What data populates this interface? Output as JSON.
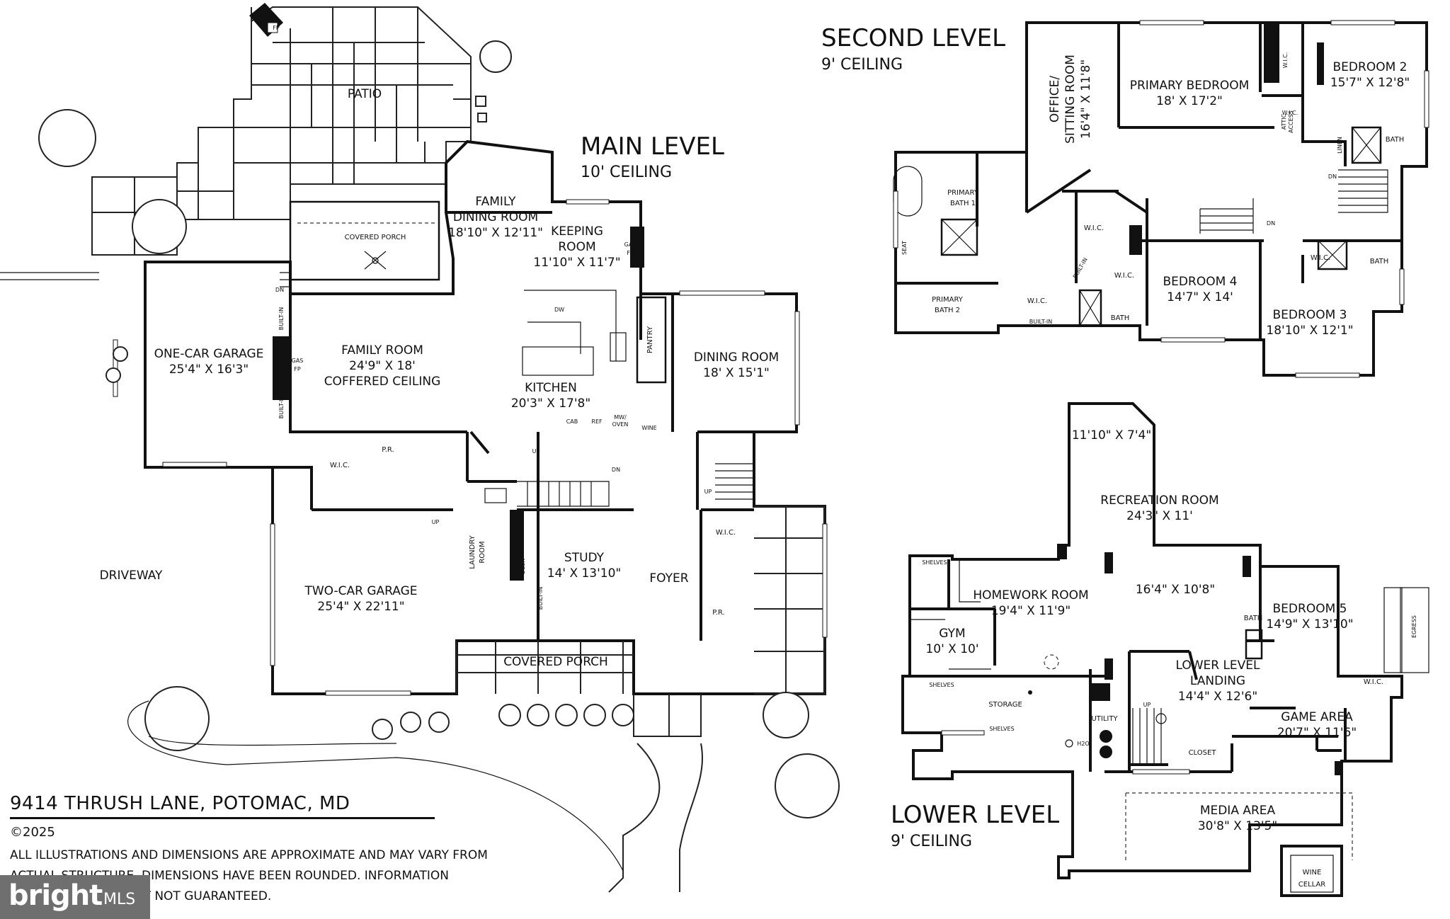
{
  "main_level": {
    "heading": "MAIN LEVEL",
    "ceiling": "10' CEILING",
    "rooms": {
      "patio": "PATIO",
      "fp_small": "FP",
      "covered_porch_rear": "COVERED PORCH",
      "family_dining_name": "FAMILY",
      "family_dining_name2": "DINING ROOM",
      "family_dining_dim": "18'10\" X 12'11\"",
      "keeping_name": "KEEPING",
      "keeping_name2": "ROOM",
      "keeping_dim": "11'10\" X 11'7\"",
      "one_car_name": "ONE-CAR GARAGE",
      "one_car_dim": "25'4\" X 16'3\"",
      "family_room_name": "FAMILY ROOM",
      "family_room_dim": "24'9\" X 18'",
      "family_room_extra": "COFFERED CEILING",
      "kitchen_name": "KITCHEN",
      "kitchen_dim": "20'3\" X 17'8\"",
      "dining_room_name": "DINING ROOM",
      "dining_room_dim": "18' X 15'1\"",
      "pantry": "PANTRY",
      "driveway": "DRIVEWAY",
      "two_car_name": "TWO-CAR GARAGE",
      "two_car_dim": "25'4\" X 22'11\"",
      "laundry": "LAUNDRY",
      "laundry2": "ROOM",
      "study_name": "STUDY",
      "study_dim": "14' X 13'10\"",
      "foyer": "FOYER",
      "covered_porch_front": "COVERED PORCH",
      "wic": "W.I.C.",
      "pr": "P.R.",
      "up": "UP",
      "dn": "DN",
      "gas": "GAS",
      "fp": "FP",
      "built_in": "BUILT-IN",
      "desk": "DESK",
      "dw": "DW",
      "cab": "CAB",
      "ref": "REF",
      "mw_oven": "MW/",
      "mw_oven2": "OVEN",
      "wine": "WINE"
    }
  },
  "second_level": {
    "heading": "SECOND LEVEL",
    "ceiling": "9' CEILING",
    "rooms": {
      "office_name": "OFFICE/",
      "office_name2": "SITTING ROOM",
      "office_dim": "16'4\" X 11'8\"",
      "primary_bed_name": "PRIMARY BEDROOM",
      "primary_bed_dim": "18' X 17'2\"",
      "bed2_name": "BEDROOM 2",
      "bed2_dim": "15'7\" X 12'8\"",
      "wic": "W.I.C.",
      "attic": "ATTIC",
      "attic2": "ACCESS",
      "linen": "LINEN",
      "bath": "BATH",
      "primary_bath1": "PRIMARY",
      "primary_bath1b": "BATH 1",
      "primary_bath2": "PRIMARY",
      "primary_bath2b": "BATH 2",
      "seat": "SEAT",
      "built_in": "BUILT-IN",
      "bed4_name": "BEDROOM 4",
      "bed4_dim": "14'7\" X 14'",
      "bed3_name": "BEDROOM 3",
      "bed3_dim": "18'10\" X 12'1\"",
      "dn": "DN"
    }
  },
  "lower_level": {
    "heading": "LOWER LEVEL",
    "ceiling": "9' CEILING",
    "rooms": {
      "alcove_dim": "11'10\" X 7'4\"",
      "rec_name": "RECREATION ROOM",
      "rec_dim": "24'3\" X 11'",
      "shelves": "SHELVES",
      "homework_name": "HOMEWORK ROOM",
      "homework_dim": "19'4\" X 11'9\"",
      "center_dim": "16'4\" X 10'8\"",
      "bed5_name": "BEDROOM 5",
      "bed5_dim": "14'9\" X 13'10\"",
      "egress": "EGRESS",
      "bath": "BATH",
      "gym_name": "GYM",
      "gym_dim": "10' X 10'",
      "storage": "STORAGE",
      "utility": "UTILITY",
      "h2o": "H2O",
      "landing_name": "LOWER LEVEL",
      "landing_name2": "LANDING",
      "landing_dim": "14'4\" X 12'6\"",
      "wic": "W.I.C.",
      "game_name": "GAME AREA",
      "game_dim": "20'7\" X 11'6\"",
      "closet": "CLOSET",
      "media_name": "MEDIA AREA",
      "media_dim": "30'8\" X 13'5\"",
      "wine": "WINE",
      "wine2": "CELLAR",
      "up": "UP"
    }
  },
  "footer": {
    "address": "9414 THRUSH LANE, POTOMAC, MD",
    "copyright": "©2025",
    "disclaimer": "ALL ILLUSTRATIONS AND DIMENSIONS ARE APPROXIMATE AND MAY VARY FROM ACTUAL STRUCTURE. DIMENSIONS HAVE BEEN ROUNDED. INFORMATION DEEMED RELIABLE BUT NOT GUARANTEED."
  },
  "brand": {
    "name": "bright",
    "suffix": "MLS"
  }
}
